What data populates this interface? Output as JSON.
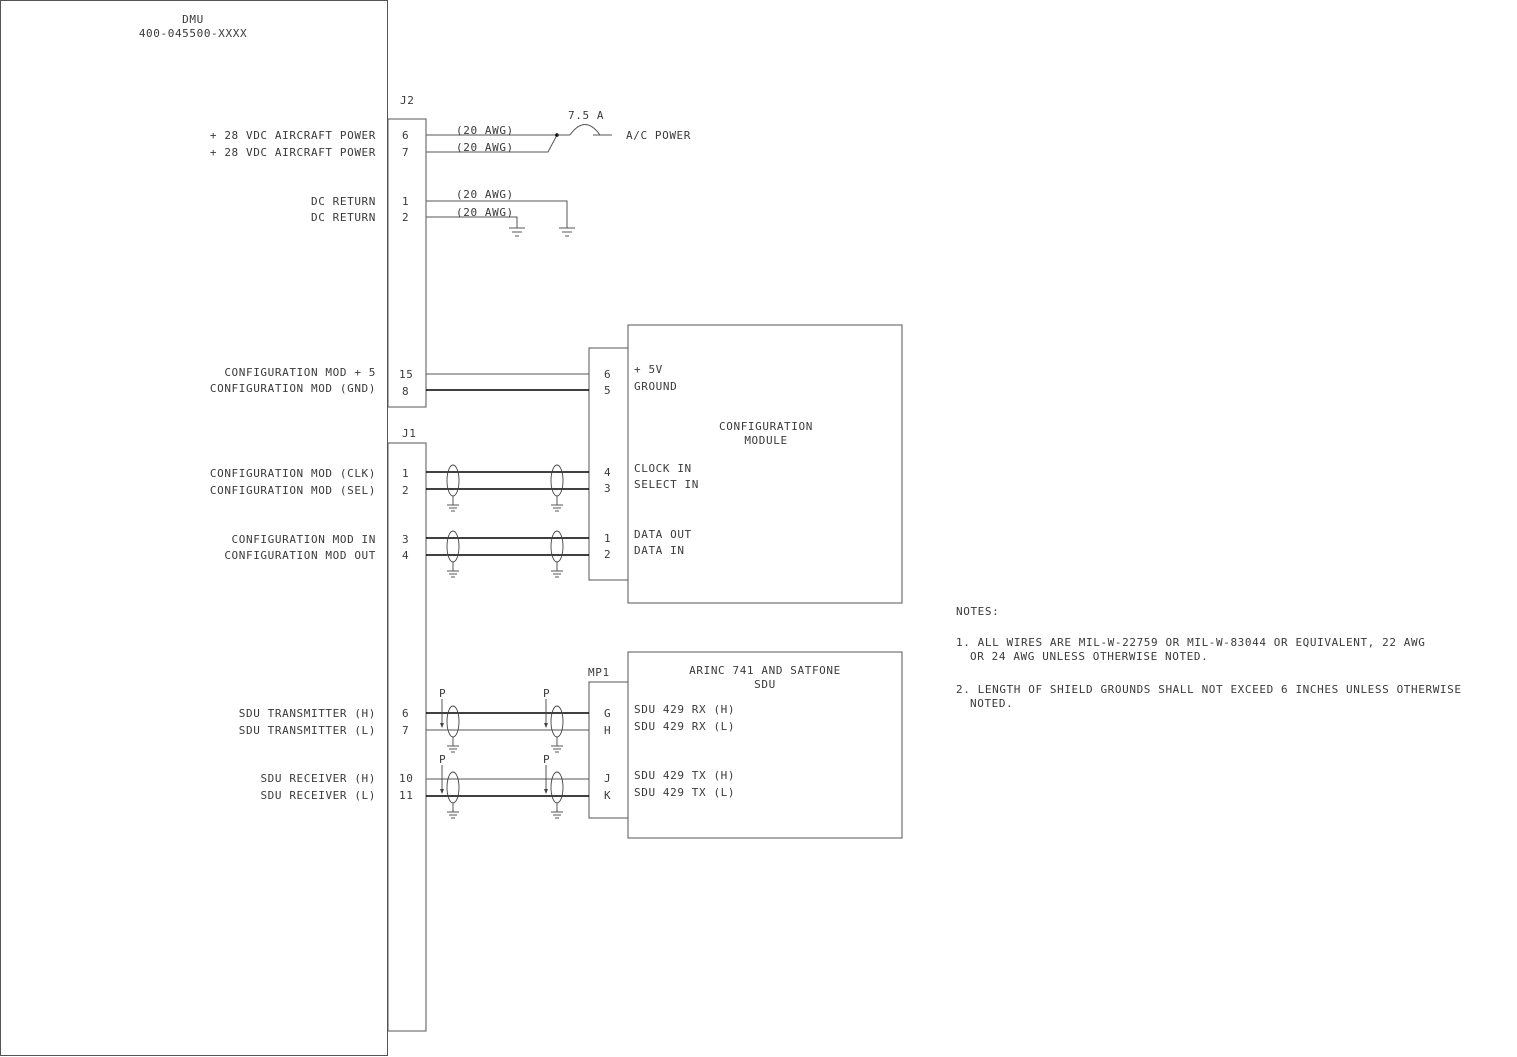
{
  "dmu": {
    "title": "DMU",
    "part_number": "400-045500-XXXX"
  },
  "j2": {
    "label": "J2",
    "rows": [
      {
        "signal": "+ 28 VDC AIRCRAFT POWER",
        "pin": "6",
        "wire": "(20 AWG)"
      },
      {
        "signal": "+ 28 VDC AIRCRAFT POWER",
        "pin": "7",
        "wire": "(20 AWG)"
      },
      {
        "signal": "DC RETURN",
        "pin": "1",
        "wire": "(20 AWG)"
      },
      {
        "signal": "DC RETURN",
        "pin": "2",
        "wire": "(20 AWG)"
      },
      {
        "signal": "CONFIGURATION MOD + 5",
        "pin": "15"
      },
      {
        "signal": "CONFIGURATION MOD (GND)",
        "pin": "8"
      }
    ]
  },
  "fuse": {
    "rating": "7.5 A",
    "destination": "A/C POWER"
  },
  "j1": {
    "label": "J1",
    "rows": [
      {
        "signal": "CONFIGURATION MOD (CLK)",
        "pin": "1"
      },
      {
        "signal": "CONFIGURATION MOD (SEL)",
        "pin": "2"
      },
      {
        "signal": "CONFIGURATION MOD IN",
        "pin": "3"
      },
      {
        "signal": "CONFIGURATION MOD OUT",
        "pin": "4"
      },
      {
        "signal": "SDU TRANSMITTER (H)",
        "pin": "6"
      },
      {
        "signal": "SDU TRANSMITTER (L)",
        "pin": "7"
      },
      {
        "signal": "SDU RECEIVER (H)",
        "pin": "10"
      },
      {
        "signal": "SDU RECEIVER (L)",
        "pin": "11"
      }
    ]
  },
  "config_module": {
    "title_line1": "CONFIGURATION",
    "title_line2": "MODULE",
    "pins": [
      {
        "pin": "6",
        "signal": "+ 5V"
      },
      {
        "pin": "5",
        "signal": "GROUND"
      },
      {
        "pin": "4",
        "signal": "CLOCK IN"
      },
      {
        "pin": "3",
        "signal": "SELECT IN"
      },
      {
        "pin": "1",
        "signal": "DATA OUT"
      },
      {
        "pin": "2",
        "signal": "DATA IN"
      }
    ]
  },
  "sdu": {
    "connector": "MP1",
    "title_line1": "ARINC 741 AND SATFONE",
    "title_line2": "SDU",
    "pins": [
      {
        "pin": "G",
        "signal": "SDU 429 RX (H)"
      },
      {
        "pin": "H",
        "signal": "SDU 429 RX (L)"
      },
      {
        "pin": "J",
        "signal": "SDU 429 TX (H)"
      },
      {
        "pin": "K",
        "signal": "SDU 429 TX (L)"
      }
    ]
  },
  "shield_mark": "P",
  "notes": {
    "heading": "NOTES:",
    "lines": [
      "1. ALL WIRES ARE MIL-W-22759 OR MIL-W-83044 OR EQUIVALENT, 22 AWG",
      "OR 24 AWG UNLESS OTHERWISE NOTED.",
      "2. LENGTH OF SHIELD GROUNDS SHALL NOT EXCEED 6 INCHES UNLESS OTHERWISE",
      "NOTED."
    ]
  }
}
